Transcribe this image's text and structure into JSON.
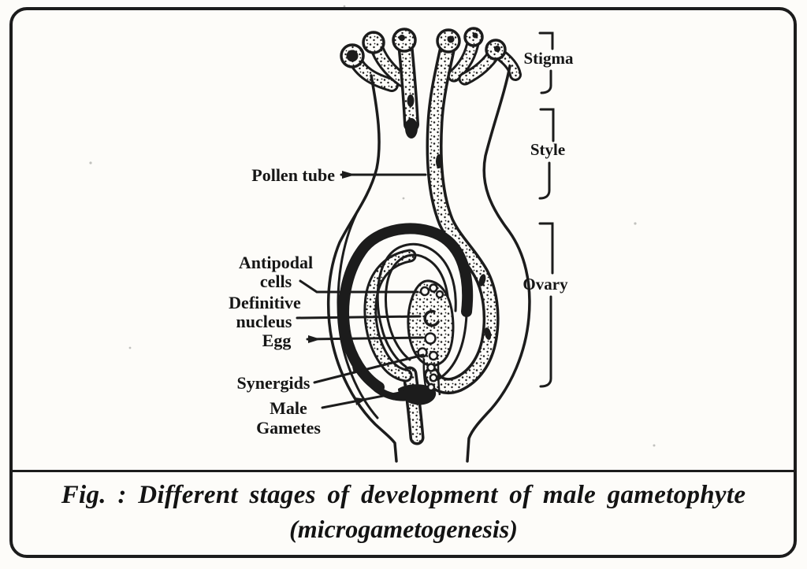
{
  "figure": {
    "caption": {
      "line1": "Fig. : Different stages of development of male gametophyte",
      "line2": "(microgametogenesis)"
    },
    "diagram_labels": {
      "pollen_tube": "Pollen tube",
      "antipodal_line1": "Antipodal",
      "antipodal_line2": "cells",
      "definitive_line1": "Definitive",
      "definitive_line2": "nucleus",
      "egg": "Egg",
      "synergids": "Synergids",
      "male_gametes_line1": "Male",
      "male_gametes_line2": "Gametes"
    },
    "pistil_parts": {
      "stigma": "Stigma",
      "style": "Style",
      "ovary": "Ovary"
    },
    "colors": {
      "ink": "#1c1c1c",
      "paper": "#fdfcf9"
    }
  }
}
